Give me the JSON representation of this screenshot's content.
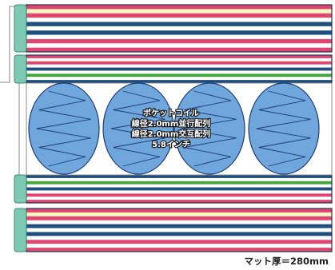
{
  "coil_label": {
    "line1": "ポケットコイル",
    "line2": "線径2.0mm並行配列",
    "line3": "線径2.0mm交互配列",
    "line4": "5.8インチ"
  },
  "thickness_label": "マット厚＝280mm",
  "colors": {
    "pink": "#e0466f",
    "cream": "#fdf6c3",
    "navy": "#1d4e7e",
    "teal_edge": "#7ec9b2",
    "green": "#43a63c",
    "coil_blue": "#6fa6dc",
    "coil_line": "#1f3a78"
  },
  "layers": [
    {
      "name": "top-pad-layer",
      "stripes": [
        "pink",
        "cream",
        "pink",
        "white",
        "navy",
        "white",
        "navy",
        "white",
        "pink",
        "white",
        "pink"
      ]
    },
    {
      "name": "upper-comfort-layer",
      "stripes": [
        "pink",
        "white",
        "pink",
        "white",
        "navy",
        "white",
        "green",
        "white",
        "navy"
      ]
    },
    {
      "name": "lower-comfort-layer",
      "stripes": [
        "navy",
        "white",
        "green",
        "white",
        "navy",
        "white",
        "pink",
        "white",
        "pink"
      ]
    },
    {
      "name": "bottom-pad-layer",
      "stripes": [
        "pink",
        "cream",
        "pink",
        "white",
        "navy",
        "white",
        "navy",
        "white",
        "pink",
        "white",
        "pink"
      ]
    }
  ]
}
